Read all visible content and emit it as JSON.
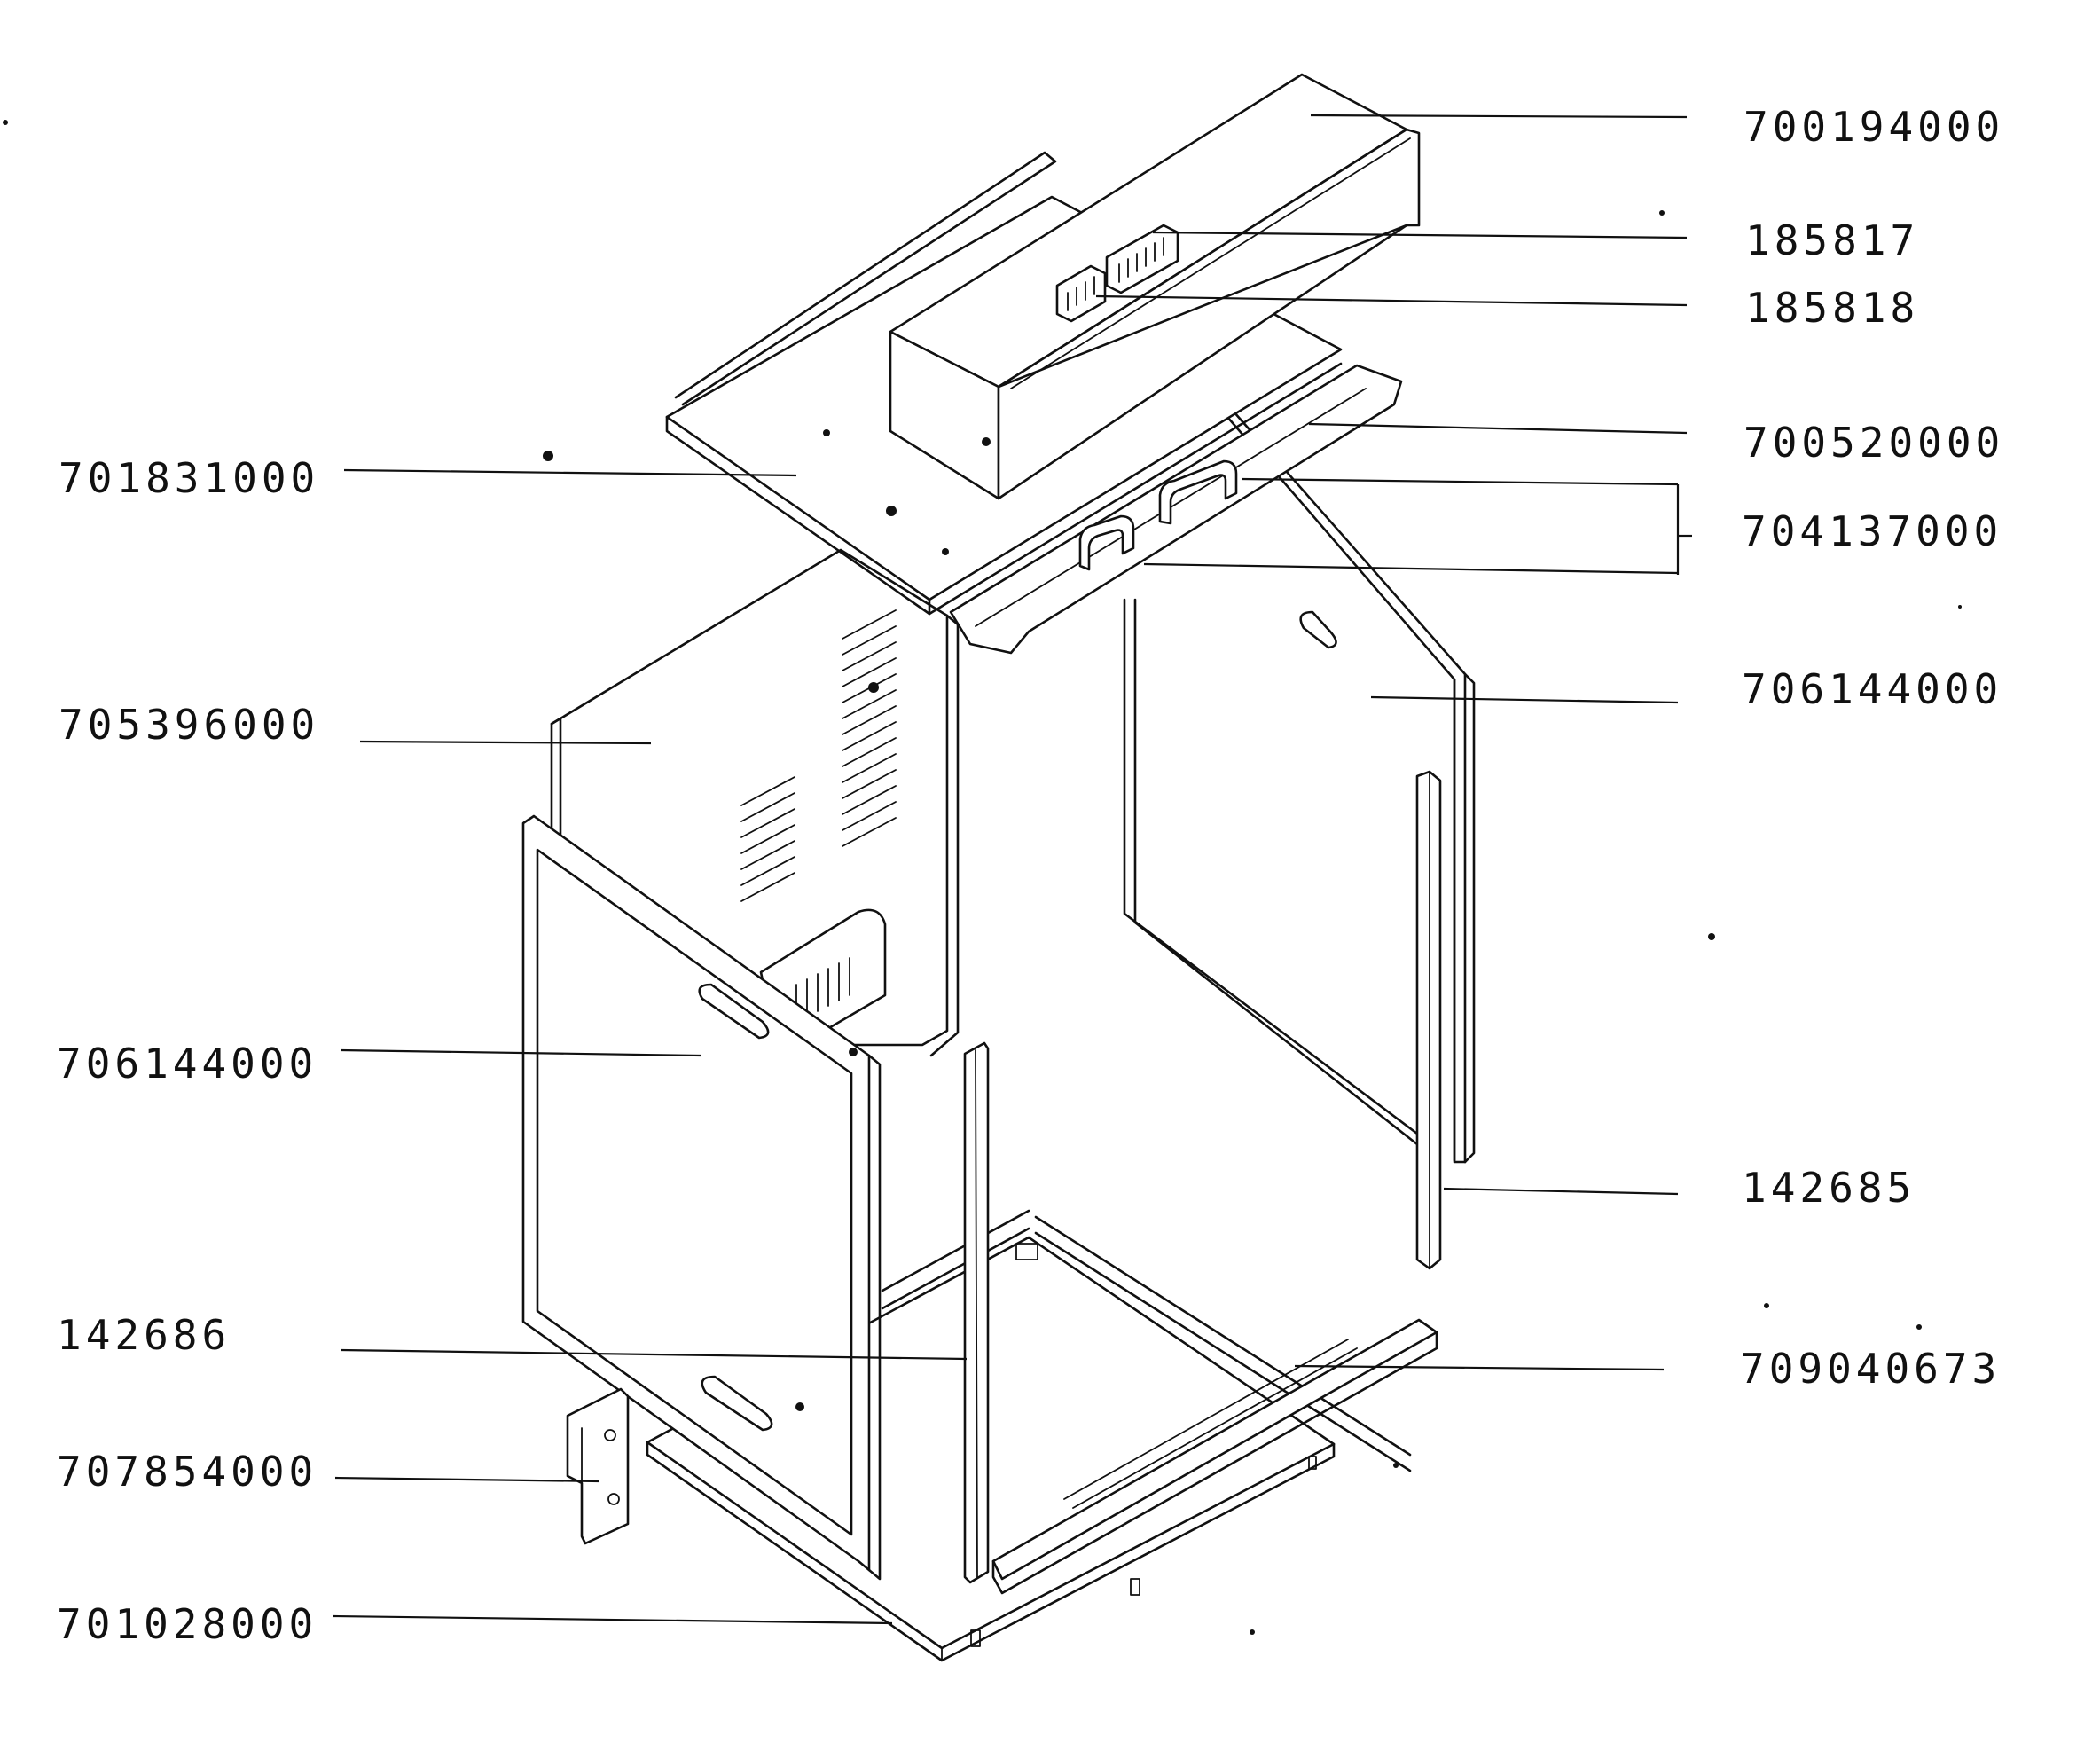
{
  "diagram": {
    "labels": {
      "p700194000": "700194000",
      "p185817": "185817",
      "p185818": "185818",
      "p700520000": "700520000",
      "p704137000": "704137000",
      "p706144000_right": "706144000",
      "p142685": "142685",
      "p709040673": "709040673",
      "p701831000": "701831000",
      "p705396000": "705396000",
      "p706144000_left": "706144000",
      "p142686": "142686",
      "p707854000": "707854000",
      "p701028000": "701028000"
    }
  }
}
